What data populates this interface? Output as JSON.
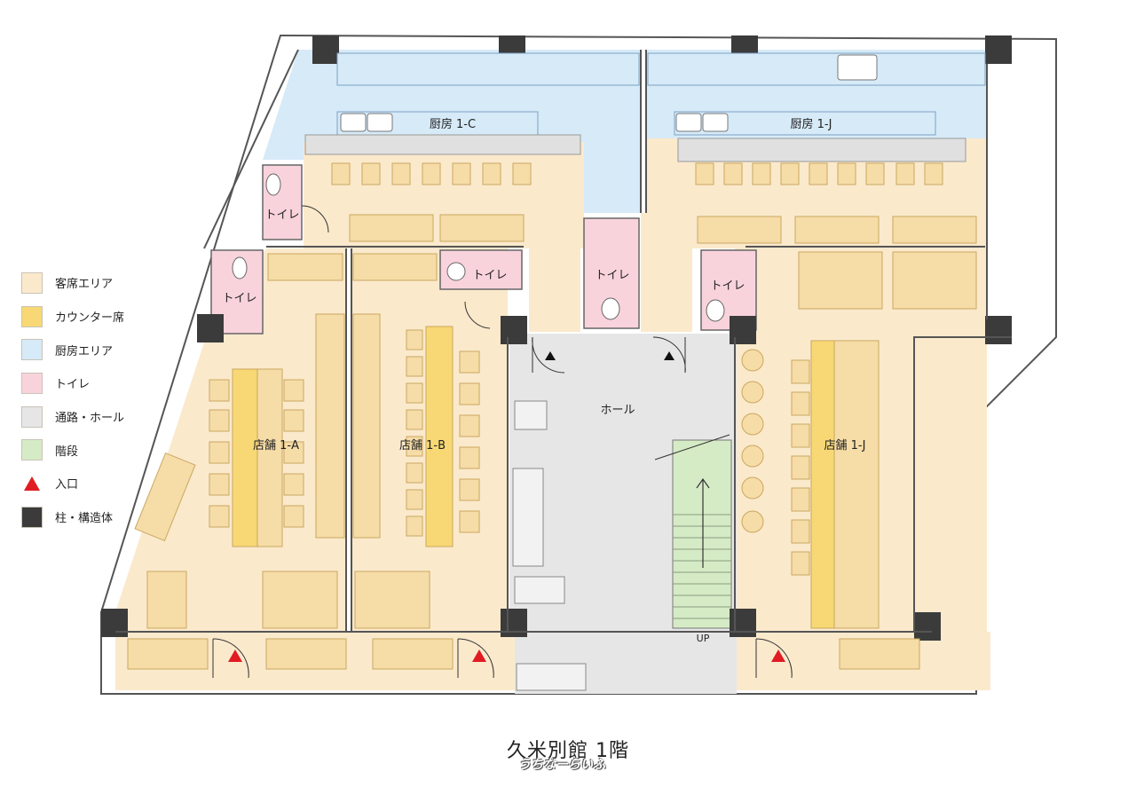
{
  "colors": {
    "seating": "#fbe9cc",
    "counter": "#f7d874",
    "kitchen": "#d6eaf8",
    "toilet": "#f9d3dc",
    "hall": "#e6e6e6",
    "stairs": "#d5ebc6",
    "entrance": "#e11b22",
    "pillar": "#3b3b3b",
    "table": "#f6dca7",
    "wall": "#555555"
  },
  "legend": [
    {
      "label": "客席エリア",
      "color": "#fbe9cc",
      "shape": "square"
    },
    {
      "label": "カウンター席",
      "color": "#f7d874",
      "shape": "square"
    },
    {
      "label": "厨房エリア",
      "color": "#d6eaf8",
      "shape": "square"
    },
    {
      "label": "トイレ",
      "color": "#f9d3dc",
      "shape": "square"
    },
    {
      "label": "通路・ホール",
      "color": "#e6e6e6",
      "shape": "square"
    },
    {
      "label": "階段",
      "color": "#d5ebc6",
      "shape": "square"
    },
    {
      "label": "入口",
      "color": "#e11b22",
      "shape": "triangle"
    },
    {
      "label": "柱・構造体",
      "color": "#3b3b3b",
      "shape": "square"
    }
  ],
  "rooms": {
    "kitchen_c": "厨房 1-C",
    "kitchen_j": "厨房 1-J",
    "toilet": "トイレ",
    "hall": "ホール",
    "shop_a": "店舗 1-A",
    "shop_b": "店舗 1-B",
    "shop_j": "店舗 1-J",
    "stairs_up": "UP"
  },
  "title": "久米別館 1階",
  "watermark": "うちなーらいふ"
}
